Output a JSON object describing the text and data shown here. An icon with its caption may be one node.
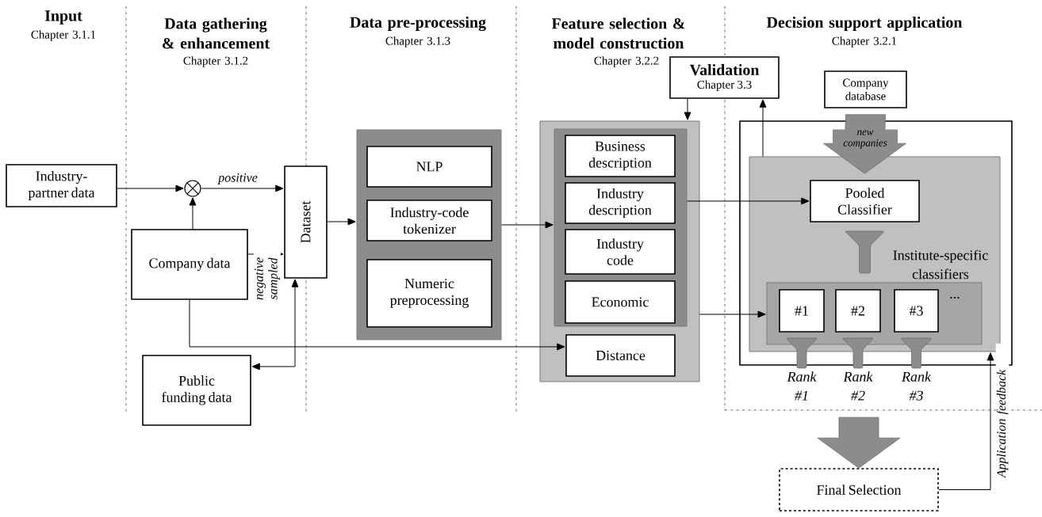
{
  "diagram": {
    "nodes": [
      {
        "text": [
          "Industry-partner data"
        ]
      },
      {
        "text": [],
        "shape": "circle"
      },
      {
        "text": [
          "Company data"
        ]
      },
      {
        "text": [
          "Dataset"
        ]
      },
      {
        "text": [],
        "shape": "box"
      },
      {
        "text": [
          "NLP"
        ],
        "in": 4
      },
      {
        "text": [
          "Industry-code tokenizer"
        ],
        "in": 4
      },
      {
        "text": [
          "Numeric preprocessing"
        ],
        "in": 4
      },
      {
        "text": [
          "Public funding data"
        ]
      },
      {
        "text": [],
        "shape": "box"
      },
      {
        "text": [],
        "shape": "box",
        "in": 9
      },
      {
        "text": [
          "Business description"
        ],
        "in": 10
      },
      {
        "text": [
          "Industry description"
        ],
        "in": 10
      },
      {
        "text": [
          "Industry code"
        ],
        "in": 10
      },
      {
        "text": [
          "Economic"
        ],
        "in": 10
      },
      {
        "text": [
          "Distance"
        ],
        "in": 9
      },
      {
        "text": [
          "Validation",
          "Chapter 3.3"
        ]
      },
      {
        "text": [],
        "shape": "box"
      },
      {
        "text": [
          "Company database"
        ]
      },
      {
        "text": [],
        "shape": "box",
        "in": 17
      },
      {
        "text": [
          "Pooled Classifier"
        ],
        "in": 19
      },
      {
        "text": [],
        "shape": "box",
        "in": 19
      },
      {
        "text": [
          "#1"
        ],
        "in": 21,
        "beside": [
          "Rank #1"
        ]
      },
      {
        "text": [
          "#2"
        ],
        "in": 21,
        "beside": [
          "Rank #2"
        ]
      },
      {
        "text": [
          "#3"
        ],
        "in": 21,
        "beside": [
          "Rank #3"
        ]
      },
      {
        "text": [
          "Final Selection"
        ]
      }
    ],
    "edges": [
      {
        "from": 0,
        "to": 1,
        "arrow": "to"
      },
      {
        "from": 2,
        "to": 1,
        "arrow": "to"
      },
      {
        "from": 1,
        "to": 3,
        "arrow": "to",
        "label": "positive"
      },
      {
        "from": 2,
        "to": 3,
        "arrow": "to",
        "label": "negative sampled"
      },
      {
        "from": 3,
        "to": 4,
        "arrow": "to"
      },
      {
        "from": 4,
        "to": 10,
        "arrow": "to"
      },
      {
        "from": 2,
        "to": 15,
        "arrow": "to"
      },
      {
        "from": 3,
        "to": 8,
        "arrow": "both"
      },
      {
        "from": 16,
        "to": 9,
        "arrow": "to"
      },
      {
        "from": 19,
        "to": 16,
        "arrow": "to"
      },
      {
        "from": 10,
        "to": 20,
        "arrow": "to"
      },
      {
        "from": 9,
        "to": 21,
        "arrow": "to"
      },
      {
        "from": 18,
        "to": 20,
        "arrow": "to",
        "label": "new companies",
        "style": "thick",
        "color": "#8c8c8c"
      },
      {
        "from": null,
        "to": 25,
        "arrow": "to",
        "style": "thick",
        "color": "#8c8c8c"
      },
      {
        "from": 25,
        "to": 19,
        "arrow": "to",
        "label": "Application feedback"
      }
    ],
    "labels": [
      "Input",
      "Chapter 3.1.1",
      "Data gathering & enhancement",
      "Chapter 3.1.2",
      "Data pre-processing",
      "Chapter 3.1.3",
      "Feature selection & model construction",
      "Chapter 3.2.2",
      "Decision support application",
      "Chapter 3.2.1",
      "Institute-specific classifiers",
      "..."
    ]
  }
}
